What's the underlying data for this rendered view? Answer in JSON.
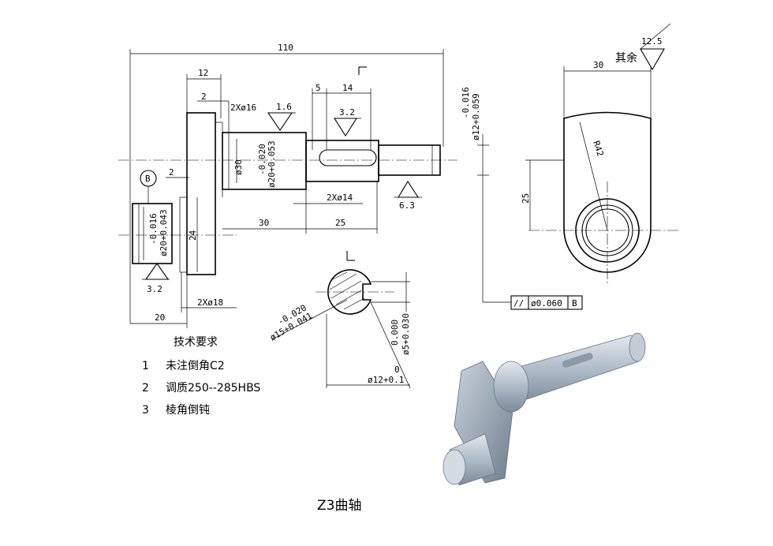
{
  "dimensions": {
    "d110": "110",
    "d12": "12",
    "d2_top": "2",
    "d2x16": "2Xø16",
    "r16": "1.6",
    "d5": "5",
    "d14": "14",
    "r32_top": "3.2",
    "tol12": "ø12+0.059",
    "tol12_lower": "-0.016",
    "d30_dia": "ø30",
    "tol20_mid": "ø20+0.053",
    "tol20_mid_lower": "-0.020",
    "d2x14": "2Xø14",
    "r63": "6.3",
    "d30_len": "30",
    "d25_len": "25",
    "d24": "24",
    "d2_left": "2",
    "tol20_left": "ø20+0.043",
    "tol20_left_lower": "-0.016",
    "r32_left": "3.2",
    "d2x18": "2Xø18",
    "d20": "20",
    "datum_b": "B",
    "sec_tol15": "ø15+0.041",
    "sec_tol15_lower": "-0.020",
    "sec_tol5": "ø5+0.030",
    "sec_tol5_lower": "0.000",
    "sec_tol12": "ø12+0.1",
    "sec_tol12_lower": "0",
    "fcf_sym": "//",
    "fcf_val": "ø0.060",
    "fcf_datum": "B",
    "side_r125": "12.5",
    "side_qiyu": "其余",
    "side_30": "30",
    "side_r42": "R42",
    "side_25": "25"
  },
  "tech_requirements": {
    "title": "技术要求",
    "items": [
      {
        "num": "1",
        "text": "未注倒角C2"
      },
      {
        "num": "2",
        "text": "调质250--285HBS"
      },
      {
        "num": "3",
        "text": "棱角倒钝"
      }
    ]
  },
  "caption": "Z3曲轴"
}
